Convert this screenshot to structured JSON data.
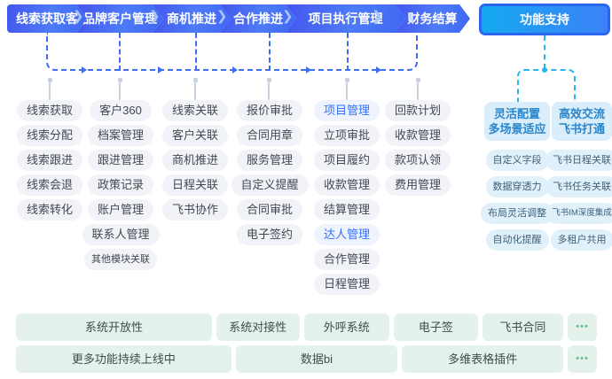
{
  "process_steps": [
    "线索获取客户",
    "品牌客户管理",
    "商机推进",
    "合作推进",
    "项目执行管理",
    "财务结算"
  ],
  "support_button_label": "功能支持",
  "columns": [
    {
      "items": [
        "线索获取",
        "线索分配",
        "线索跟进",
        "线索会退",
        "线索转化"
      ]
    },
    {
      "items": [
        "客户360",
        "档案管理",
        "跟进管理",
        "政策记录",
        "账户管理",
        "联系人管理",
        "其他模块关联"
      ]
    },
    {
      "items": [
        "线索关联",
        "客户关联",
        "商机推进",
        "日程关联",
        "飞书协作"
      ]
    },
    {
      "items": [
        "报价审批",
        "合同用章",
        "服务管理",
        "自定义提醒",
        "合同审批",
        "电子签约"
      ]
    },
    {
      "items": [
        "项目管理",
        "立项审批",
        "项目履约",
        "收款管理",
        "结算管理",
        "达人管理",
        "合作管理",
        "日程管理"
      ]
    },
    {
      "items": [
        "回款计划",
        "收款管理",
        "款项认领",
        "费用管理"
      ]
    }
  ],
  "highlighted_items": [
    "项目管理",
    "达人管理"
  ],
  "support_groups": [
    {
      "header_line1": "灵活配置",
      "header_line2": "多场景适应",
      "items": [
        "自定义字段",
        "数据穿透力",
        "布局灵活调整",
        "自动化提醒"
      ]
    },
    {
      "header_line1": "高效交流",
      "header_line2": "飞书打通",
      "items": [
        "飞书日程关联",
        "飞书任务关联",
        "飞书IM深度集成",
        "多租户共用"
      ]
    }
  ],
  "bottom_rows": [
    {
      "cells": [
        "系统开放性",
        "系统对接性",
        "外呼系统",
        "电子签",
        "飞书合同",
        "•••"
      ]
    },
    {
      "cells": [
        "更多功能持续上线中",
        "数据bi",
        "多维表格插件",
        "•••"
      ]
    }
  ],
  "colors": {
    "process_blue": "#4363f0",
    "support_border_blue": "#2b66ef",
    "support_gradient_start": "#15a9f1",
    "support_gradient_end": "#3b82f7",
    "connector_blue": "#3e6df5",
    "connector_cyan": "#29b4f0",
    "pill_bg": "#f1f3f9",
    "pill_text": "#43484f",
    "highlight_text": "#3370ff",
    "right_header_bg": "#d9eefa",
    "right_header_text": "#2a85cc",
    "right_pill_bg": "#e0f1fb",
    "bottom_bg": "#e4f2eb",
    "bottom_dots": "#6cbd98"
  }
}
